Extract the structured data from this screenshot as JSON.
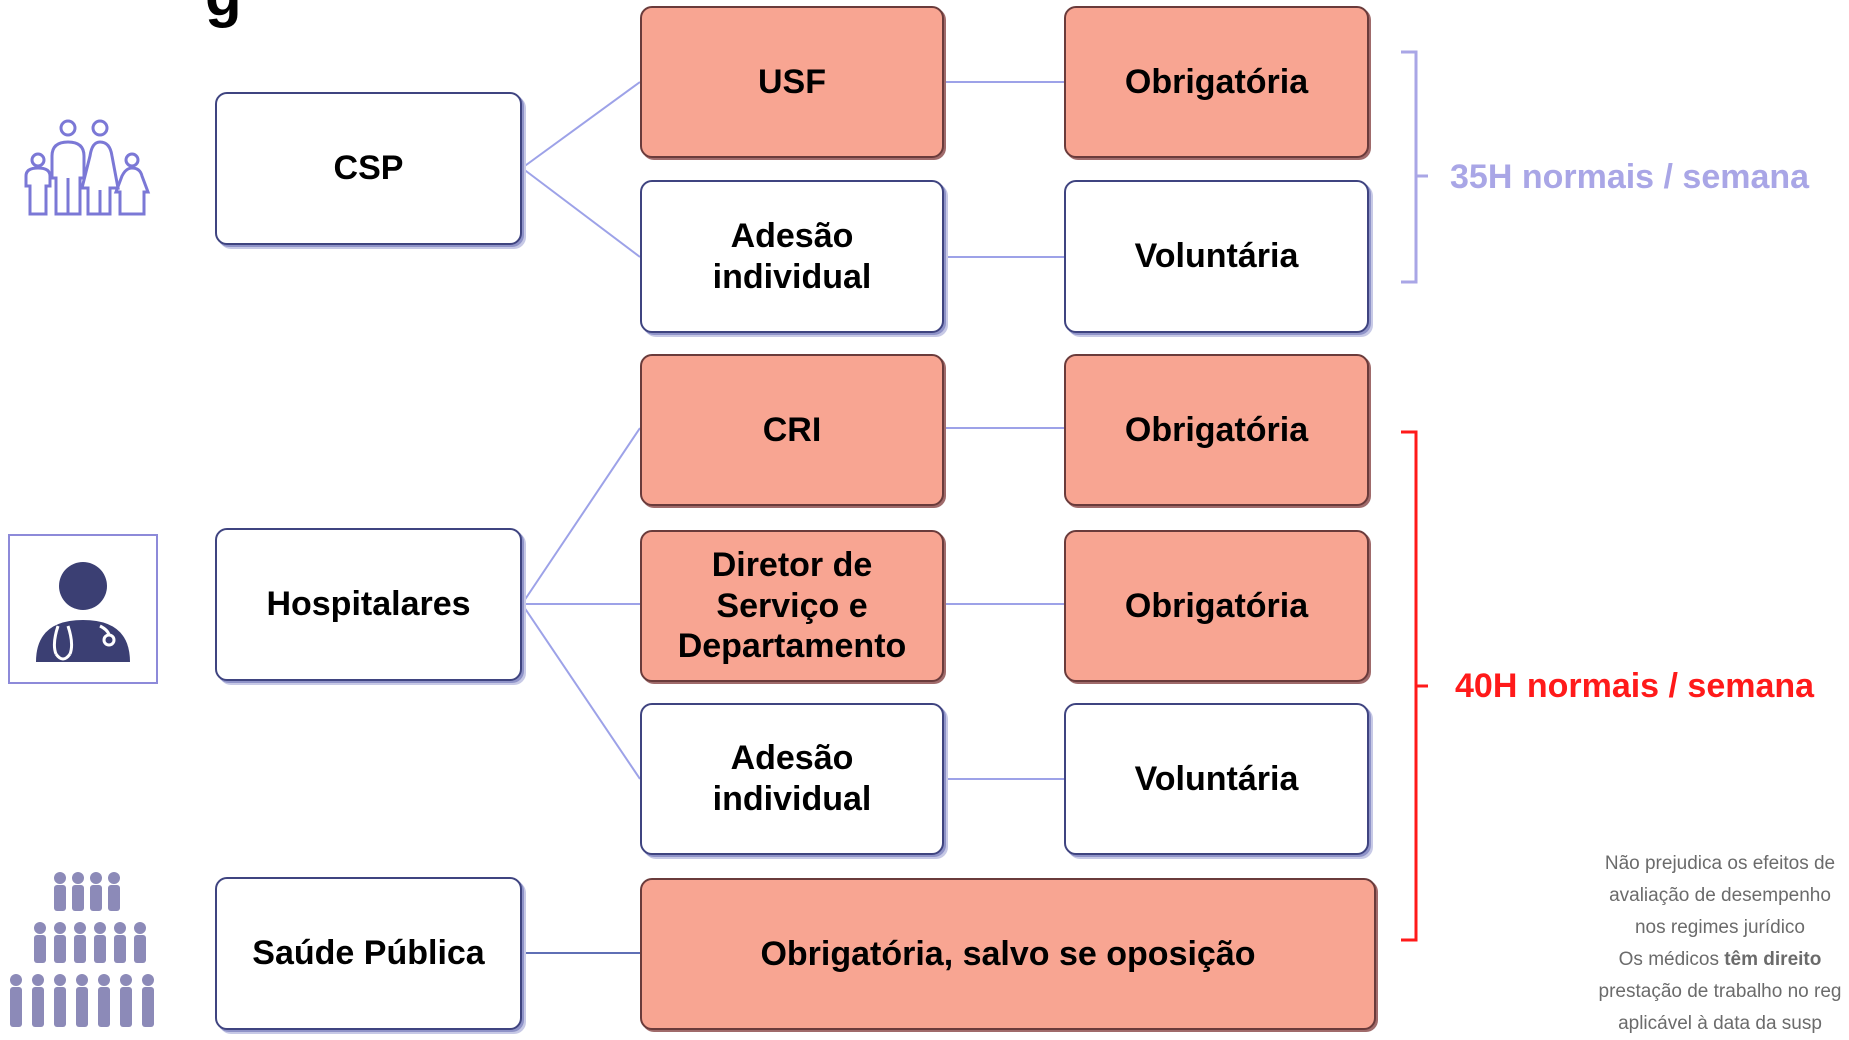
{
  "title_fragment": "g",
  "groups": [
    {
      "name": "CSP",
      "icon": "family-icon",
      "rows": [
        {
          "type": "USF",
          "regime": "Obrigatória",
          "style": "salmon"
        },
        {
          "type": "Adesão individual",
          "regime": "Voluntária",
          "style": "white"
        }
      ]
    },
    {
      "name": "Hospitalares",
      "icon": "doctor-icon",
      "rows": [
        {
          "type": "CRI",
          "regime": "Obrigatória",
          "style": "salmon"
        },
        {
          "type": "Diretor de Serviço e Departamento",
          "regime": "Obrigatória",
          "style": "salmon"
        },
        {
          "type": "Adesão individual",
          "regime": "Voluntária",
          "style": "white"
        }
      ]
    },
    {
      "name": "Saúde Pública",
      "icon": "population-icon",
      "rows": [
        {
          "type": "Obrigatória, salvo se oposição",
          "style": "salmon"
        }
      ]
    }
  ],
  "brackets": [
    {
      "label": "35H normais / semana",
      "color": "#a9a6e6"
    },
    {
      "label": "40H normais / semana",
      "color": "#ff1a1a"
    }
  ],
  "note": {
    "line1": "Não prejudica os efeitos de",
    "line2": "avaliação de desempenho",
    "line3": "nos regimes jurídico",
    "line4_pre": "Os médicos ",
    "line4_bold": "têm direito",
    "line5": "prestação de trabalho no reg",
    "line6": "aplicável à data da susp"
  },
  "colors": {
    "salmon_fill": "#f8a592",
    "white_border": "#3f4480",
    "connector": "#9da2e8",
    "icon_purple": "#7b78d6",
    "icon_navy": "#3b3f73"
  }
}
